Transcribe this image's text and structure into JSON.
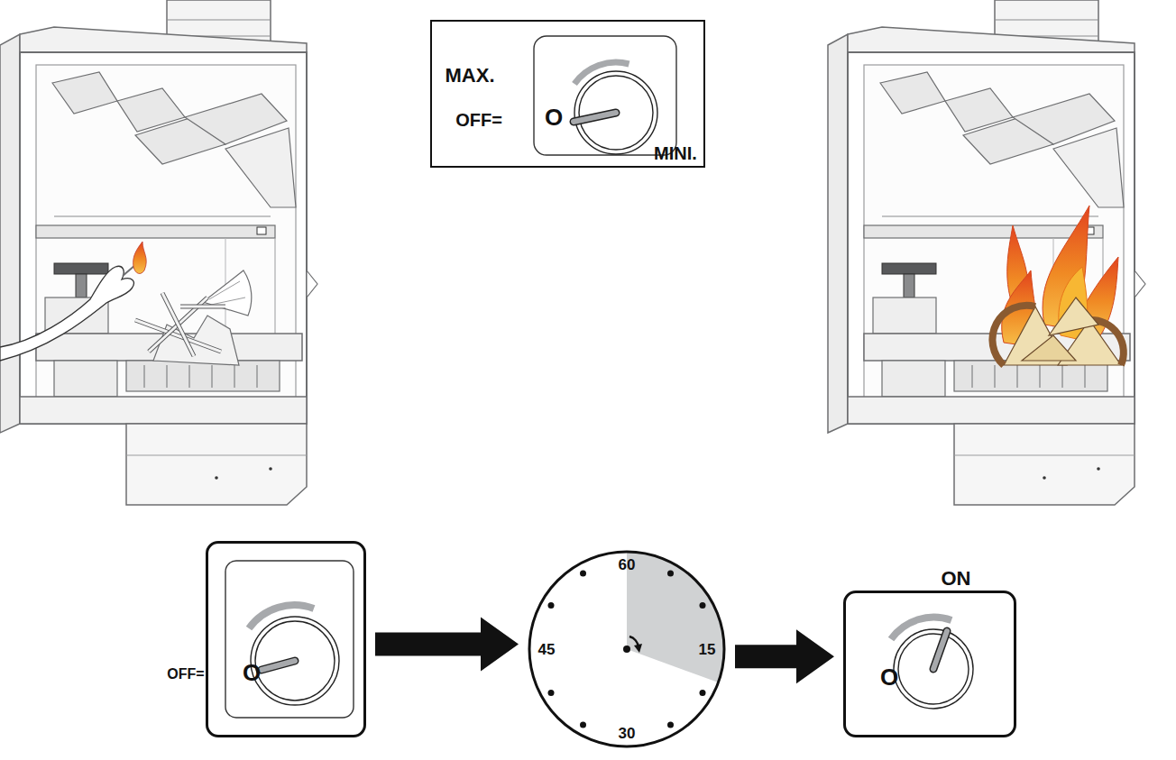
{
  "diagram": {
    "nodes": [
      {
        "text": [
          "MAX.",
          "OFF=",
          "O",
          "MINI."
        ]
      },
      {
        "text": [
          "OFF=",
          "O"
        ]
      },
      {
        "text": [
          "60",
          "15",
          "30",
          "45"
        ]
      },
      {
        "text": [
          "ON",
          "O"
        ]
      }
    ],
    "edges": [
      {
        "from": 1,
        "to": 2,
        "arrow": "to"
      },
      {
        "from": 2,
        "to": 3,
        "arrow": "to"
      }
    ]
  }
}
